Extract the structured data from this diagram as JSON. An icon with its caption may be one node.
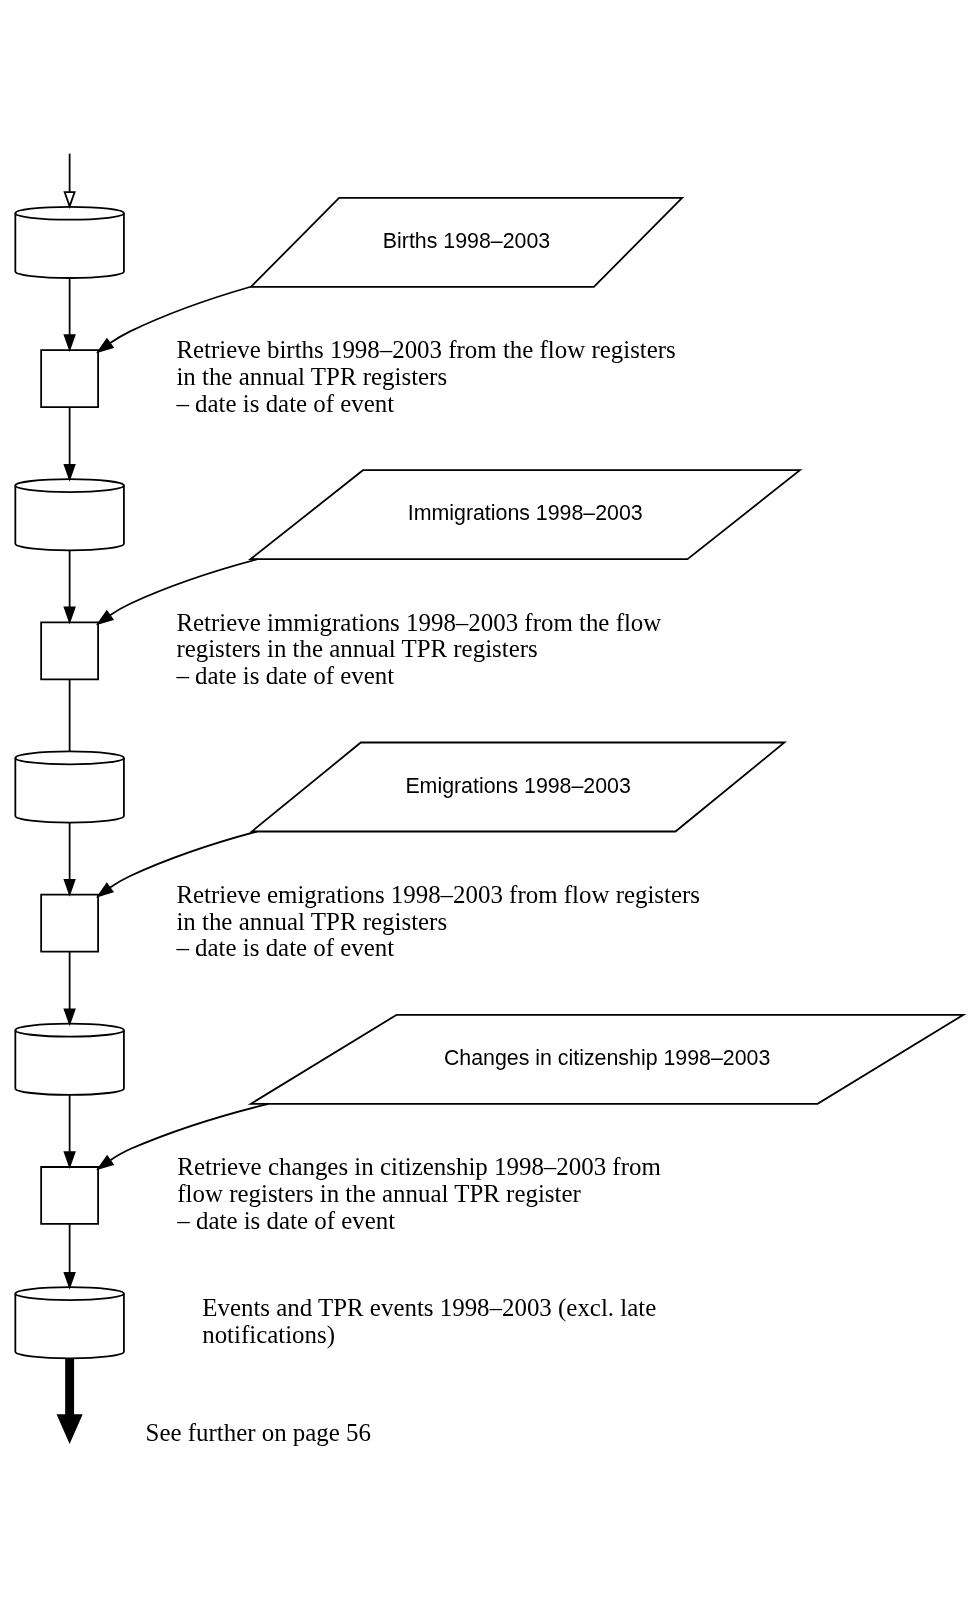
{
  "diagram": {
    "nodes": [
      {
        "text": [],
        "shape": "cylinder"
      },
      {
        "text": [
          "Births 1998–2003"
        ]
      },
      {
        "text": [],
        "shape": "box",
        "beside": [
          "Retrieve births 1998–2003 from the flow registers in the annual TPR registers",
          "– date is date of event"
        ]
      },
      {
        "text": [],
        "shape": "cylinder"
      },
      {
        "text": [
          "Immigrations 1998–2003"
        ]
      },
      {
        "text": [],
        "shape": "box",
        "beside": [
          "Retrieve immigrations 1998–2003 from the flow registers in the annual TPR registers",
          "– date is date of event"
        ]
      },
      {
        "text": [],
        "shape": "cylinder"
      },
      {
        "text": [
          "Emigrations 1998–2003"
        ]
      },
      {
        "text": [],
        "shape": "box",
        "beside": [
          "Retrieve emigrations 1998–2003 from flow registers in the annual TPR registers",
          "– date is date of event"
        ]
      },
      {
        "text": [],
        "shape": "cylinder"
      },
      {
        "text": [
          "Changes in citizenship 1998–2003"
        ]
      },
      {
        "text": [],
        "shape": "box",
        "beside": [
          "Retrieve changes in citizenship 1998–2003 from flow registers in the annual TPR register",
          "– date is date of event"
        ]
      },
      {
        "text": [],
        "shape": "cylinder",
        "beside": [
          "Events and TPR events 1998–2003 (excl. late notifications)"
        ]
      }
    ],
    "edges": [
      {
        "from": null,
        "to": 0,
        "arrow": "to"
      },
      {
        "from": 0,
        "to": 2,
        "arrow": "to"
      },
      {
        "from": 1,
        "to": 2,
        "arrow": "to"
      },
      {
        "from": 2,
        "to": 3,
        "arrow": "to"
      },
      {
        "from": 3,
        "to": 5,
        "arrow": "to"
      },
      {
        "from": 4,
        "to": 5,
        "arrow": "to"
      },
      {
        "from": 5,
        "to": 6,
        "arrow": "none"
      },
      {
        "from": 6,
        "to": 8,
        "arrow": "to"
      },
      {
        "from": 7,
        "to": 8,
        "arrow": "to"
      },
      {
        "from": 8,
        "to": 9,
        "arrow": "to"
      },
      {
        "from": 9,
        "to": 11,
        "arrow": "to"
      },
      {
        "from": 10,
        "to": 11,
        "arrow": "to"
      },
      {
        "from": 11,
        "to": 12,
        "arrow": "to"
      },
      {
        "from": 12,
        "to": null,
        "arrow": "to",
        "style": "thick"
      }
    ],
    "labels": [
      "See further on page 56"
    ]
  }
}
